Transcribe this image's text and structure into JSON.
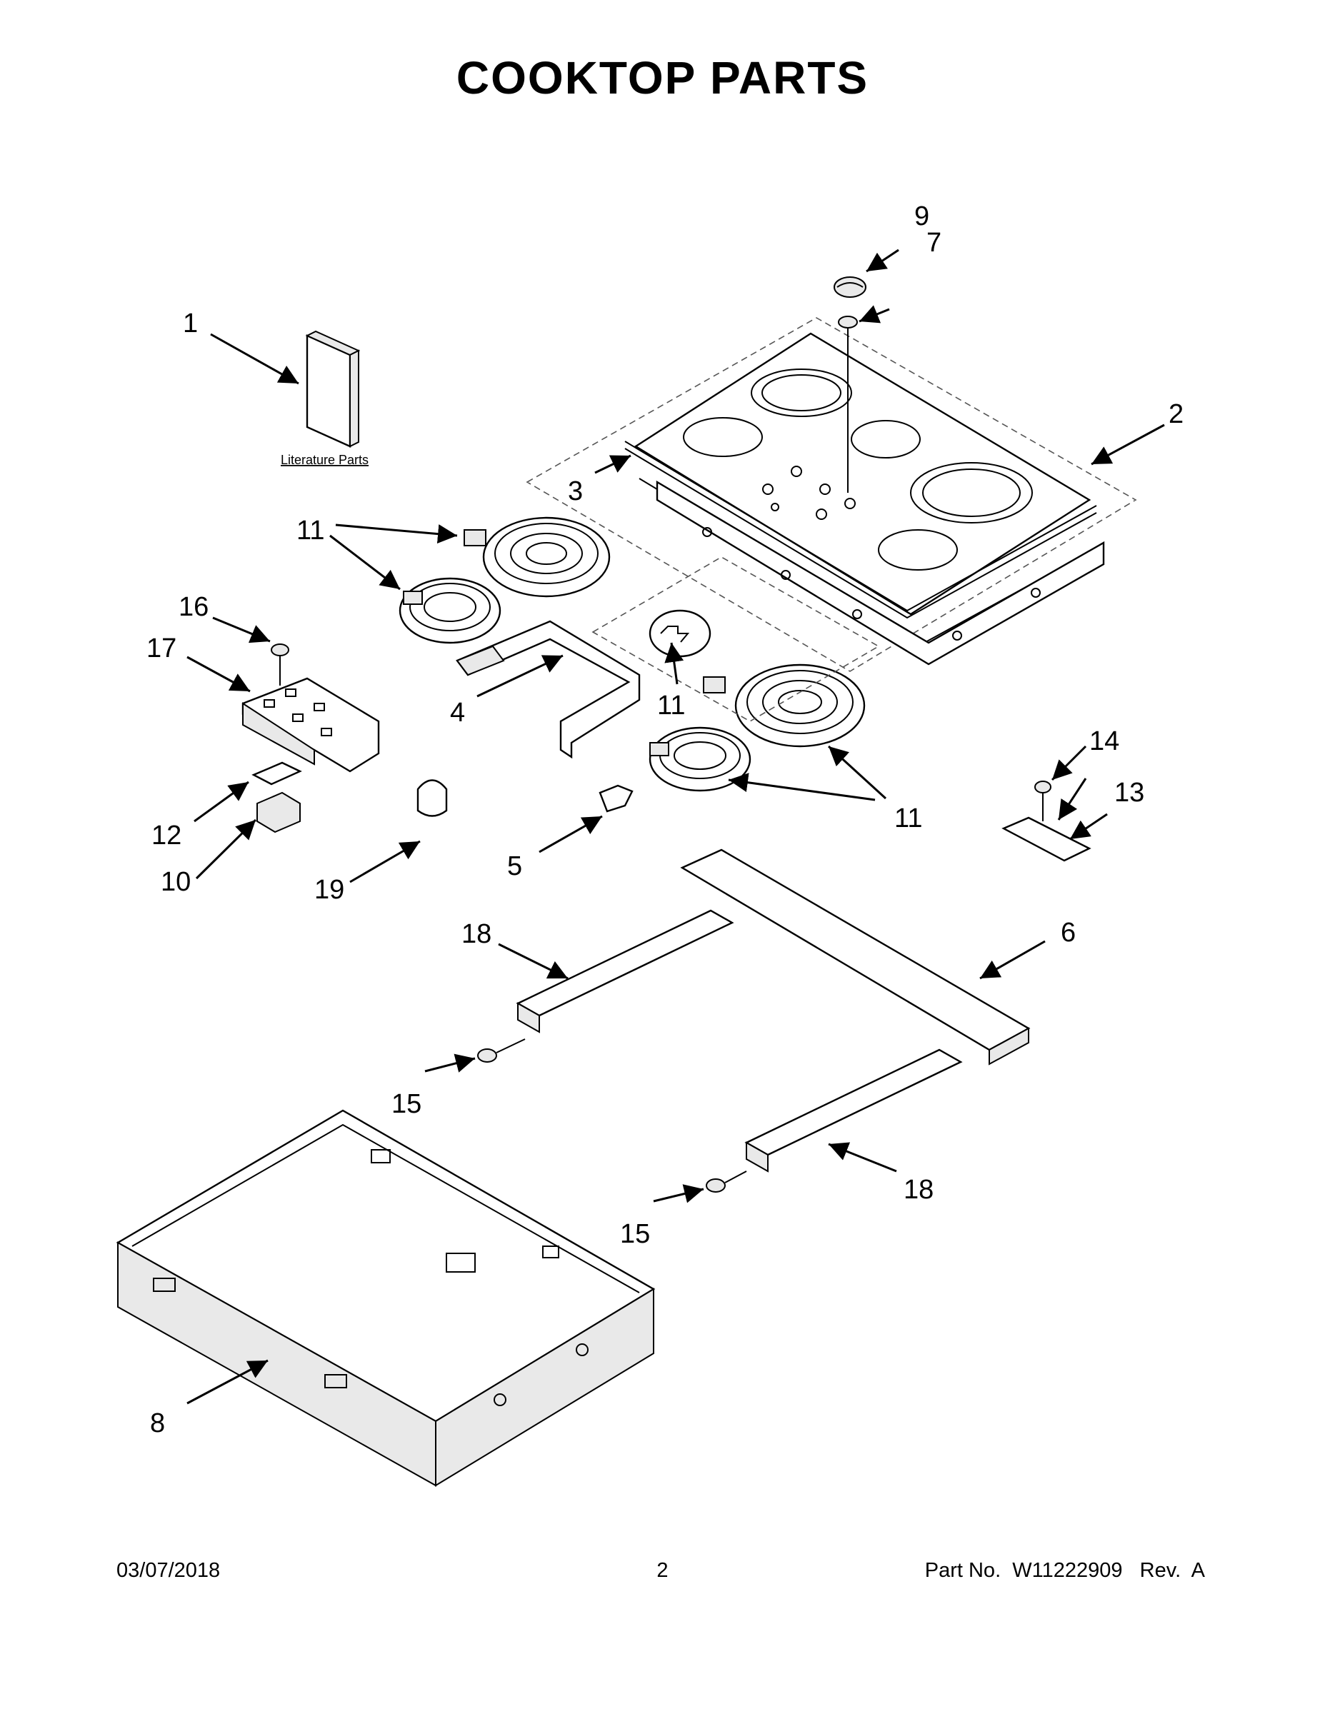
{
  "title": "COOKTOP PARTS",
  "literature_label": "Literature Parts",
  "callouts": {
    "c1": "1",
    "c2": "2",
    "c3": "3",
    "c4": "4",
    "c5": "5",
    "c6": "6",
    "c7": "7",
    "c8": "8",
    "c9": "9",
    "c10": "10",
    "c11a": "11",
    "c11b": "11",
    "c11c": "11",
    "c12": "12",
    "c13": "13",
    "c14": "14",
    "c15a": "15",
    "c15b": "15",
    "c16": "16",
    "c17": "17",
    "c18a": "18",
    "c18b": "18",
    "c19": "19"
  },
  "footer": {
    "date": "03/07/2018",
    "page": "2",
    "part": "Part No.  W11222909   Rev.  A"
  }
}
